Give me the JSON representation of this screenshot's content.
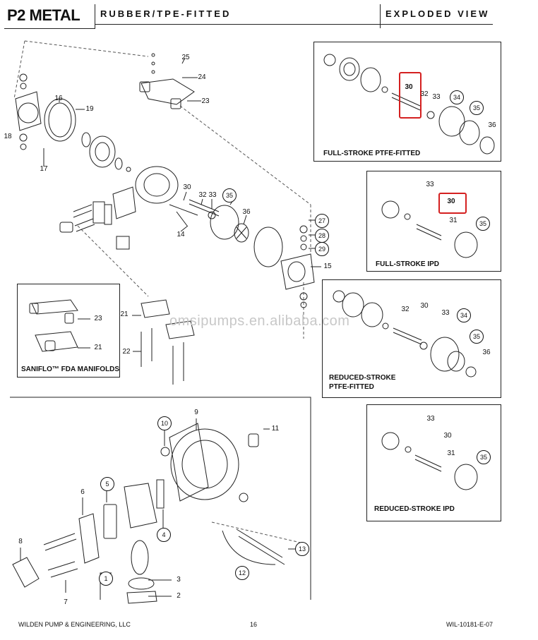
{
  "header": {
    "title": "P2 METAL",
    "subtitle": "RUBBER/TPE-FITTED",
    "view": "EXPLODED VIEW"
  },
  "main_labels": {
    "n25": "25",
    "n24": "24",
    "n23": "23",
    "n19": "19",
    "n16": "16",
    "n18": "18",
    "n17": "17",
    "n30": "30",
    "n32": "32",
    "n33": "33",
    "n35": "35",
    "n36": "36",
    "n14": "14",
    "n27": "27",
    "n28": "28",
    "n29": "29",
    "n15": "15",
    "n21": "21",
    "n22": "22"
  },
  "panels": {
    "full_stroke_ptfe": {
      "caption": "FULL-STROKE PTFE-FITTED",
      "labels": [
        "30",
        "32",
        "33",
        "34",
        "35",
        "36"
      ]
    },
    "full_stroke_ipd": {
      "caption": "FULL-STROKE IPD",
      "labels": [
        "33",
        "30",
        "31",
        "35"
      ]
    },
    "reduced_stroke_ptfe": {
      "caption_line1": "REDUCED-STROKE",
      "caption_line2": "PTFE-FITTED",
      "labels": [
        "32",
        "30",
        "33",
        "34",
        "35",
        "36"
      ]
    },
    "reduced_stroke_ipd": {
      "caption": "REDUCED-STROKE IPD",
      "labels": [
        "33",
        "30",
        "31",
        "35"
      ]
    },
    "saniflo": {
      "caption": "SANIFLO™ FDA MANIFOLDS",
      "labels": [
        "23",
        "21"
      ]
    }
  },
  "lower_labels": {
    "n9": "9",
    "n10": "10",
    "n11": "11",
    "n5": "5",
    "n6": "6",
    "n4": "4",
    "n8": "8",
    "n13": "13",
    "n12": "12",
    "n3": "3",
    "n2": "2",
    "n1": "1",
    "n7": "7"
  },
  "watermark": "omsipumps.en.alibaba.com",
  "footer": {
    "company": "WILDEN PUMP & ENGINEERING, LLC",
    "page": "16",
    "doc_code": "WIL-10181-E-07"
  },
  "colors": {
    "highlight": "#d42020",
    "line": "#222222"
  }
}
